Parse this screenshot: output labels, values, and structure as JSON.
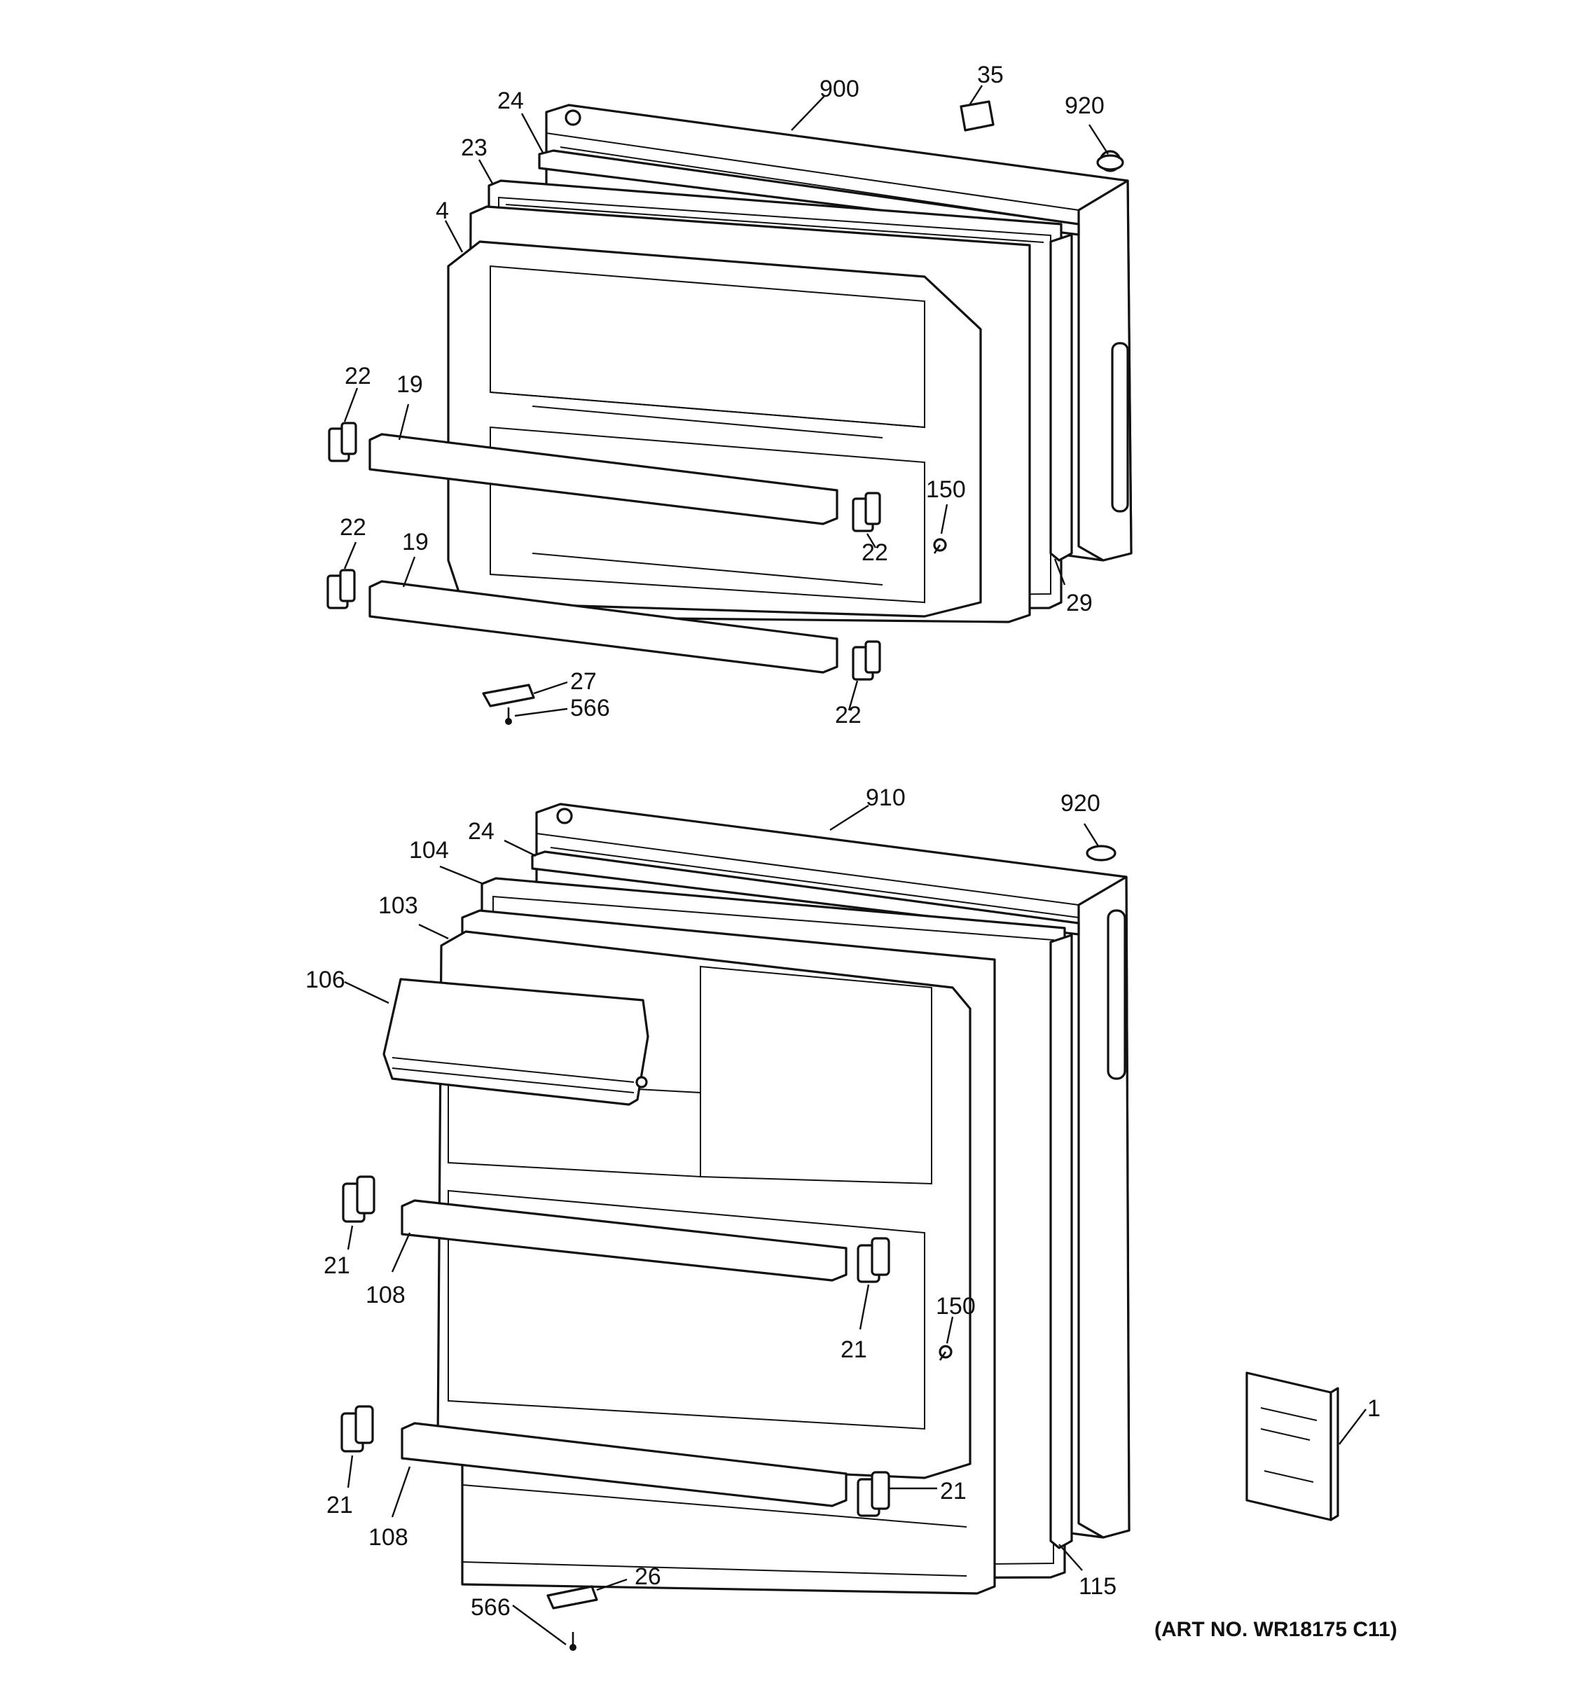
{
  "callouts": {
    "upper": {
      "c900": "900",
      "c35": "35",
      "c920": "920",
      "c24": "24",
      "c23": "23",
      "c4": "4",
      "c22a": "22",
      "c19a": "19",
      "c22b": "22",
      "c19b": "19",
      "c22c": "22",
      "c22d": "22",
      "c150": "150",
      "c29": "29",
      "c27": "27",
      "c566": "566"
    },
    "lower": {
      "c910": "910",
      "c920": "920",
      "c24": "24",
      "c104": "104",
      "c103": "103",
      "c106": "106",
      "c21a": "21",
      "c108a": "108",
      "c21b": "21",
      "c150": "150",
      "c21c": "21",
      "c108b": "108",
      "c21d": "21",
      "c115": "115",
      "c26": "26",
      "c566": "566",
      "c1": "1"
    }
  },
  "art_number": "(ART NO. WR18175 C11)"
}
